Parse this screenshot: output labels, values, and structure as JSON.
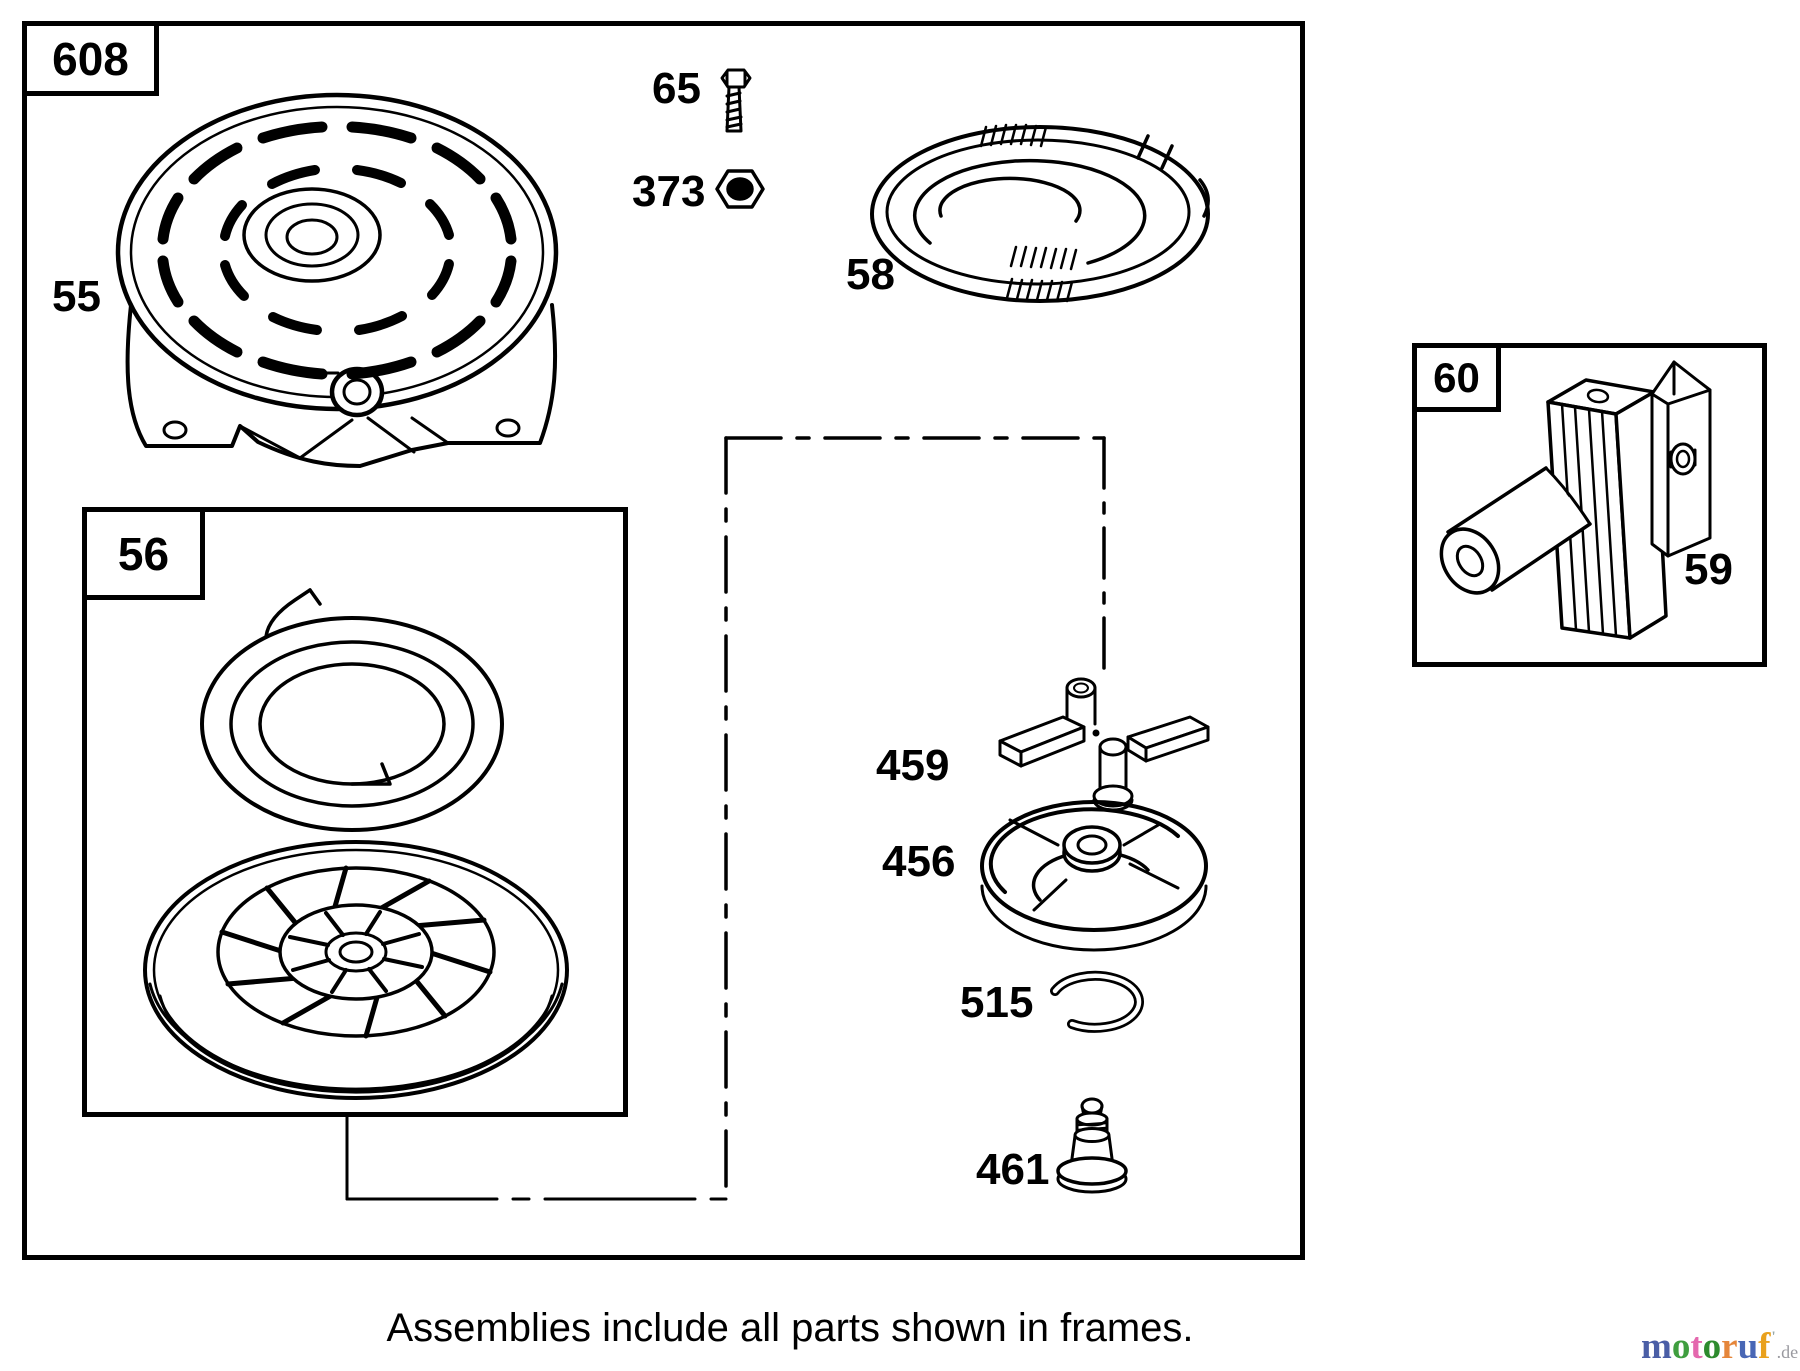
{
  "frames": {
    "main": {
      "label": "608"
    },
    "rewind": {
      "label": "56"
    },
    "handle": {
      "label": "60"
    }
  },
  "part_labels": {
    "housing": "55",
    "screw": "65",
    "nut": "373",
    "starter_spring": "58",
    "insert": "59",
    "pawls": "459",
    "friction_plate": "456",
    "retaining_ring": "515",
    "pivot_screw": "461"
  },
  "caption": "Assemblies include all parts shown in frames.",
  "logo": {
    "letters": [
      "m",
      "o",
      "t",
      "o",
      "r",
      "u",
      "f"
    ],
    "letter_styles": [
      "color:#4a5ea6",
      "color:#3f9e3f",
      "color:#e468ae",
      "color:#2e8b2e",
      "color:#e5863b",
      "color:#4967b5",
      "color:#e9a11d"
    ],
    "tick": "'",
    "suffix": ".de",
    "suffix_style": "color:#99999f"
  },
  "colors": {
    "line": "#000000",
    "background": "#ffffff"
  }
}
